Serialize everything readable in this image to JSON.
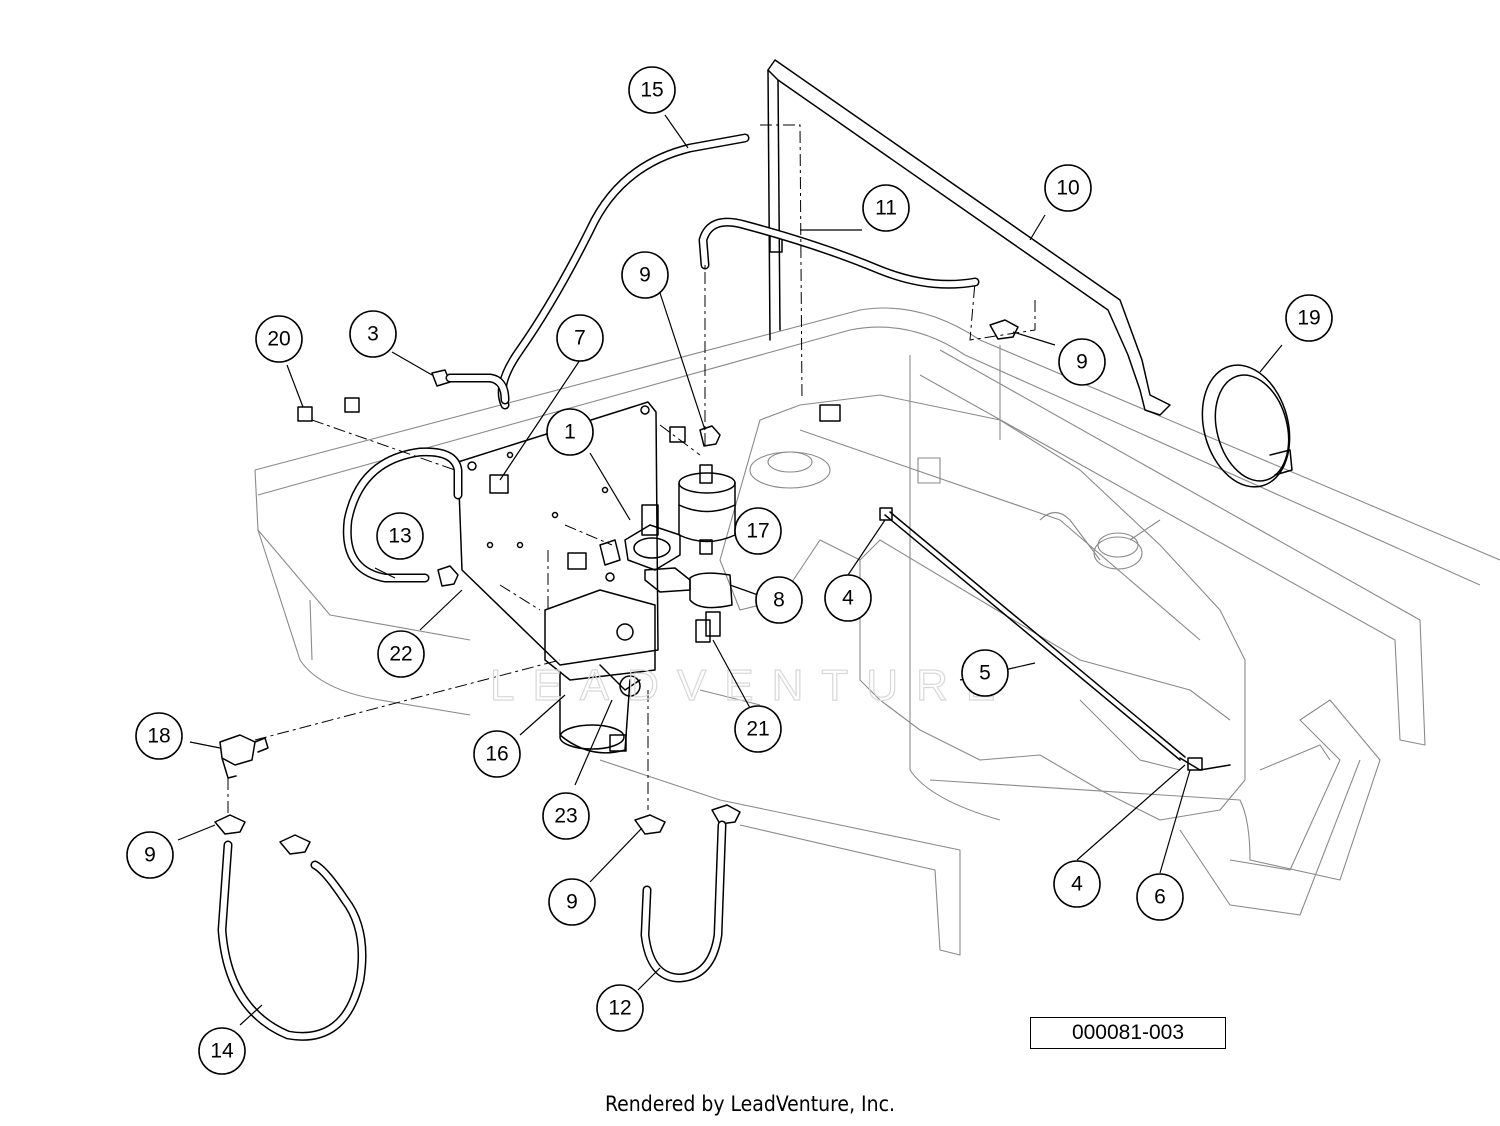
{
  "callouts": [
    "1",
    "3",
    "4",
    "4",
    "5",
    "6",
    "7",
    "8",
    "9",
    "9",
    "9",
    "9",
    "10",
    "11",
    "12",
    "13",
    "14",
    "15",
    "16",
    "17",
    "18",
    "19",
    "20",
    "21",
    "22",
    "23"
  ],
  "watermark": "LEADVENTURE",
  "reference_code": "000081-003",
  "footer": "Rendered by LeadVenture, Inc."
}
